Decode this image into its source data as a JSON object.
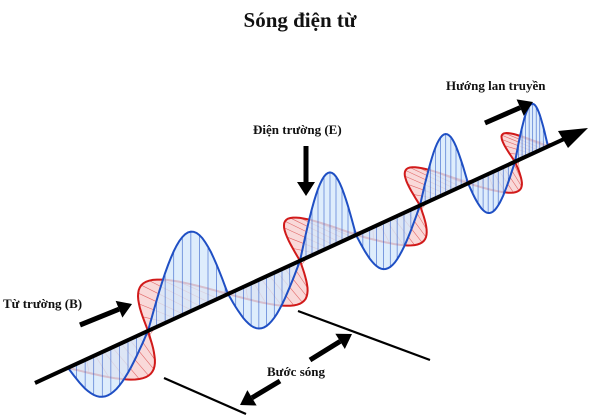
{
  "title": "Sóng điện từ",
  "labels": {
    "electric_field": "Điện trường (E)",
    "magnetic_field": "Từ trường (B)",
    "propagation_direction": "Hướng lan truyền",
    "wavelength": "Bước sóng"
  },
  "colors": {
    "electric_stroke": "#1f4fc4",
    "electric_fill": "#d6e8fb",
    "magnetic_stroke": "#d11a1a",
    "magnetic_fill": "#f8d2d2",
    "axis": "#000000",
    "text": "#111111"
  },
  "geometry": {
    "axis_start": [
      35,
      383
    ],
    "axis_end": [
      588,
      128
    ],
    "zero_crossings_x": [
      68,
      148,
      228,
      300,
      356,
      420,
      468,
      515,
      548
    ]
  }
}
